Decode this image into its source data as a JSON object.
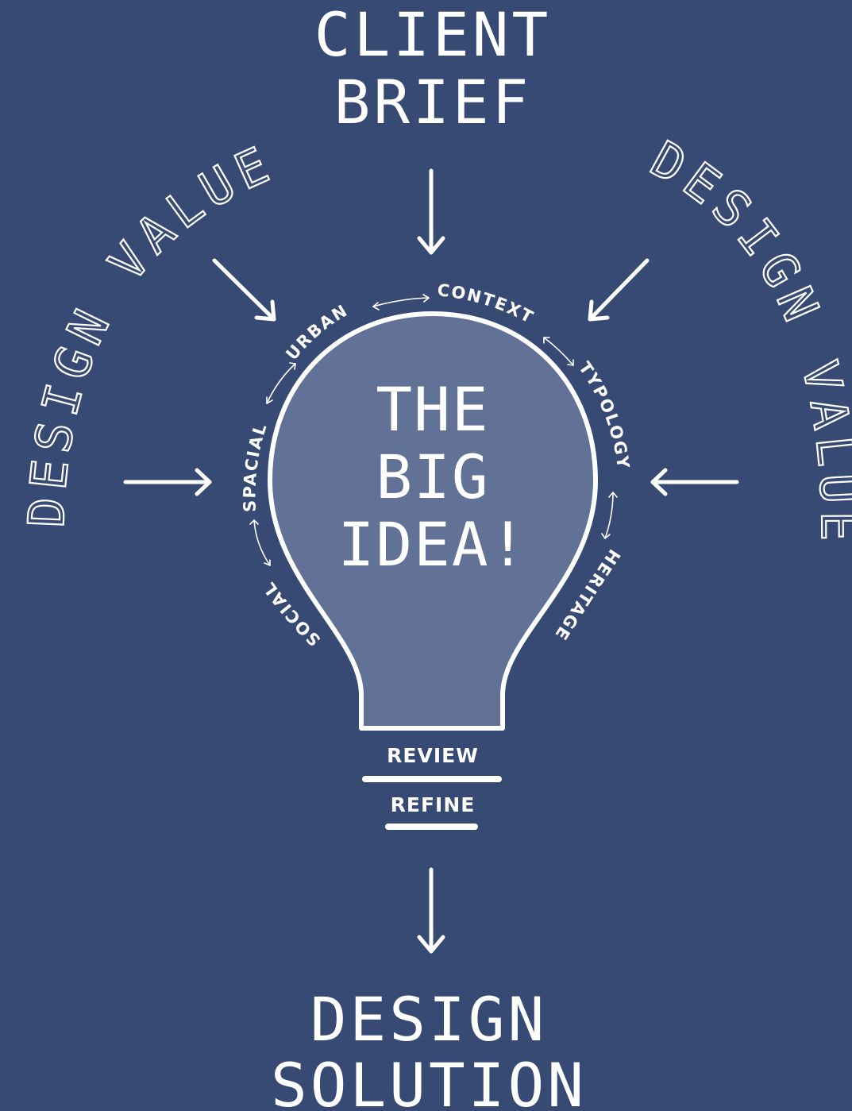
{
  "diagram": {
    "top": {
      "line1": "CLIENT",
      "line2": "BRIEF"
    },
    "left_label": "DESIGN VALUES",
    "right_label": "DESIGN VALUES",
    "center": {
      "line1": "THE",
      "line2": "BIG",
      "line3": "IDEA!"
    },
    "ring": {
      "urban": "URBAN",
      "context": "CONTEXT",
      "typology": "TYPOLOGY",
      "spacial": "SPACIAL",
      "heritage": "HERITAGE",
      "social": "SOCIAL"
    },
    "base": {
      "review": "REVIEW",
      "refine": "REFINE"
    },
    "bottom": {
      "line1": "DESIGN",
      "line2": "SOLUTION"
    }
  },
  "colors": {
    "background": "#374a74",
    "bulb_fill": "#627196",
    "stroke": "#ffffff"
  }
}
